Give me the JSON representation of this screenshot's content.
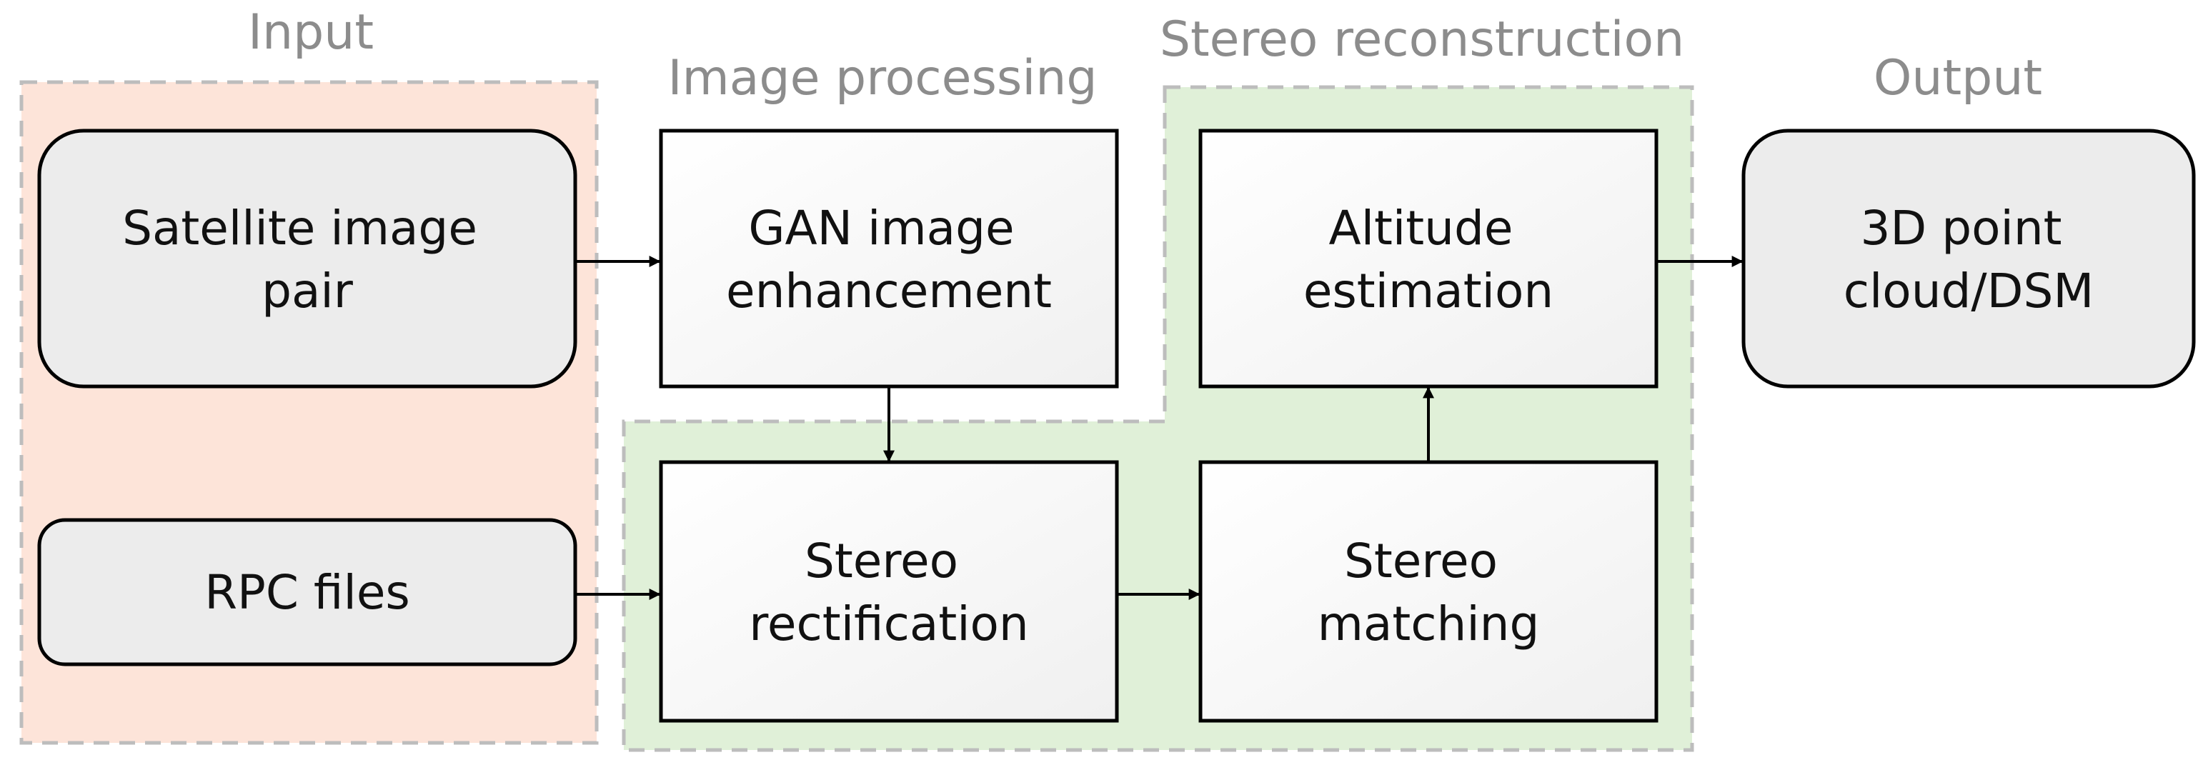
{
  "sections": {
    "input": "Input",
    "image_processing": "Image processing",
    "stereo_reconstruction": "Stereo reconstruction",
    "output": "Output"
  },
  "boxes": {
    "satellite_pair": [
      "Satellite image",
      "pair"
    ],
    "rpc_files": [
      "RPC files"
    ],
    "gan_enhancement": [
      "GAN image",
      "enhancement"
    ],
    "stereo_rectification": [
      "Stereo",
      "rectification"
    ],
    "stereo_matching": [
      "Stereo",
      "matching"
    ],
    "altitude_estimation": [
      "Altitude",
      "estimation"
    ],
    "point_cloud": [
      "3D point",
      "cloud/DSM"
    ]
  },
  "colors": {
    "input_region": "#fde4d9",
    "reconstruction_region": "#e0f0d8",
    "region_border": "#bdbdbd",
    "rounded_box_fill": "#ececec",
    "square_box_fill": "#ffffff",
    "box_border": "#000000",
    "arrow": "#000000",
    "section_label": "#8c8c8c"
  }
}
